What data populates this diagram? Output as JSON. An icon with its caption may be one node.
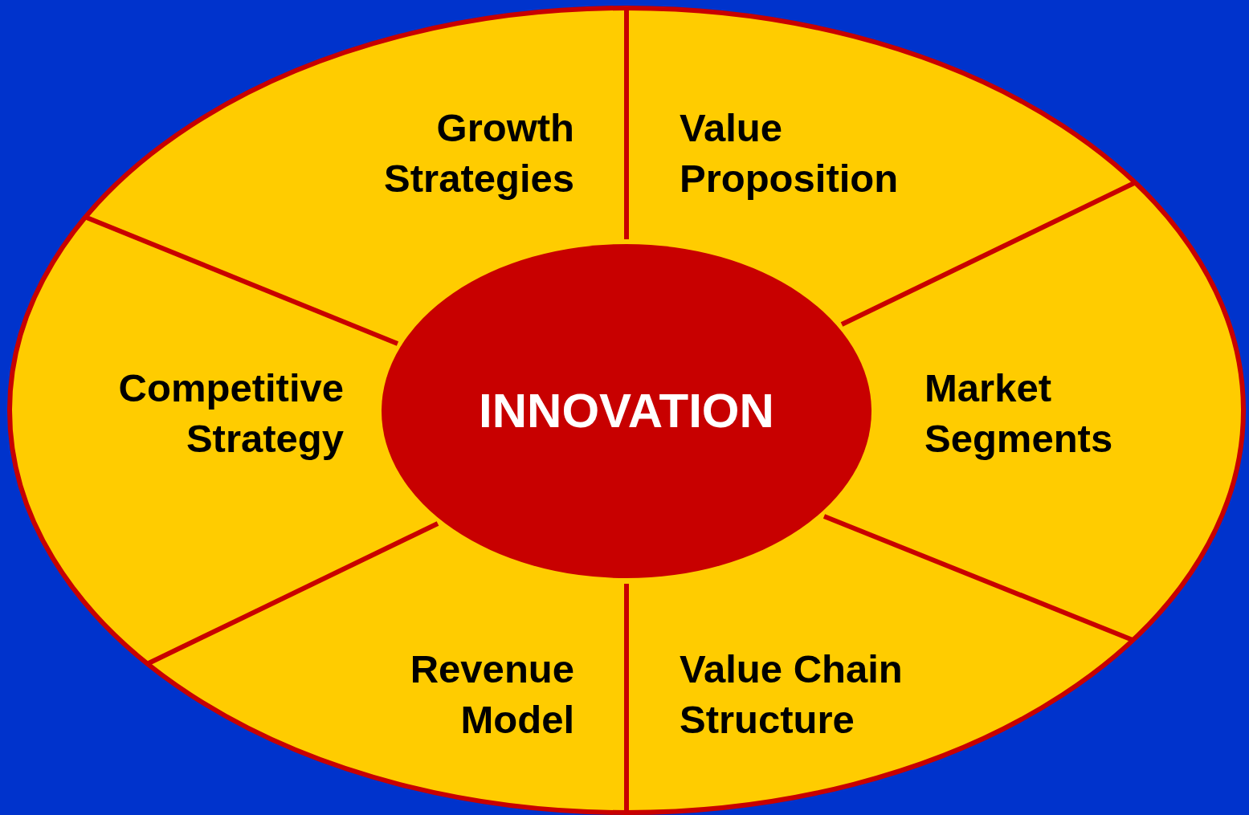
{
  "diagram": {
    "nodes": [
      {
        "text": [
          "Growth Strategies"
        ]
      },
      {
        "text": [
          "Value Proposition"
        ]
      },
      {
        "text": [
          "Competitive Strategy"
        ]
      },
      {
        "text": [
          "INNOVATION"
        ]
      },
      {
        "text": [
          "Market Segments"
        ]
      },
      {
        "text": [
          "Revenue Model"
        ]
      },
      {
        "text": [
          "Value Chain Structure"
        ]
      }
    ]
  }
}
